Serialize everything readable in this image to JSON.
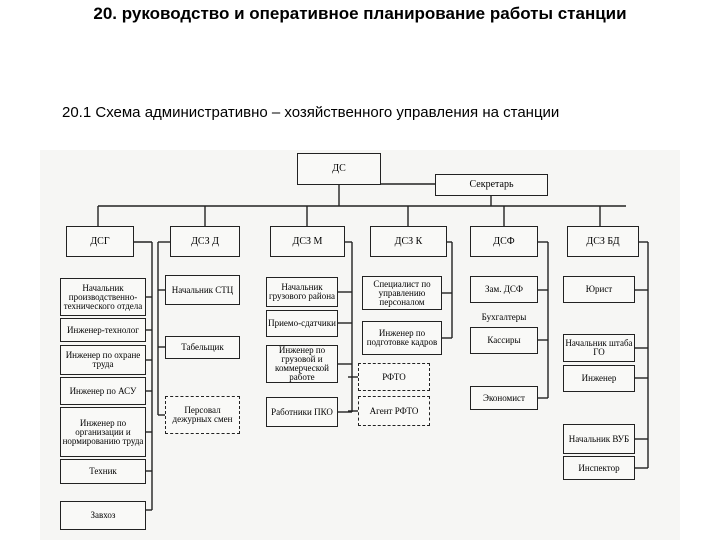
{
  "title": "20. руководство и оперативное планирование работы станции",
  "subtitle": "20.1  Схема  административно – хозяйственного управления на станции",
  "diagram": {
    "top": "ДС",
    "secretary": "Секретарь",
    "columns": [
      {
        "head": "ДСГ",
        "items": [
          "Начальник производственно-технического отдела",
          "Инженер-технолог",
          "Инженер по охране труда",
          "Инженер по АСУ",
          "Инженер по организации и нормированию труда",
          "Техник",
          "Завхоз"
        ]
      },
      {
        "head": "ДСЗ Д",
        "items": [
          "Начальник СТЦ",
          "Табельщик",
          "Персовал дежурных смен"
        ]
      },
      {
        "head": "ДСЗ М",
        "items": [
          "Начальник грузового района",
          "Приемо-сдатчики",
          "Инженер по грузовой и коммерческой работе",
          "Работники ПКО"
        ]
      },
      {
        "head": "ДСЗ К",
        "items": [
          "Специалист по управлению персоналом",
          "Инженер по подготовке кадров",
          "РФТО",
          "Агент РФТО"
        ]
      },
      {
        "head": "ДСФ",
        "items": [
          "Зам. ДСФ",
          "Бухгалтеры",
          "Кассиры",
          "Экономист"
        ]
      },
      {
        "head": "ДСЗ БД",
        "items": [
          "Юрист",
          "Начальник штаба ГО",
          "Инженер",
          "Начальник ВУБ",
          "Инспектор"
        ]
      }
    ]
  }
}
